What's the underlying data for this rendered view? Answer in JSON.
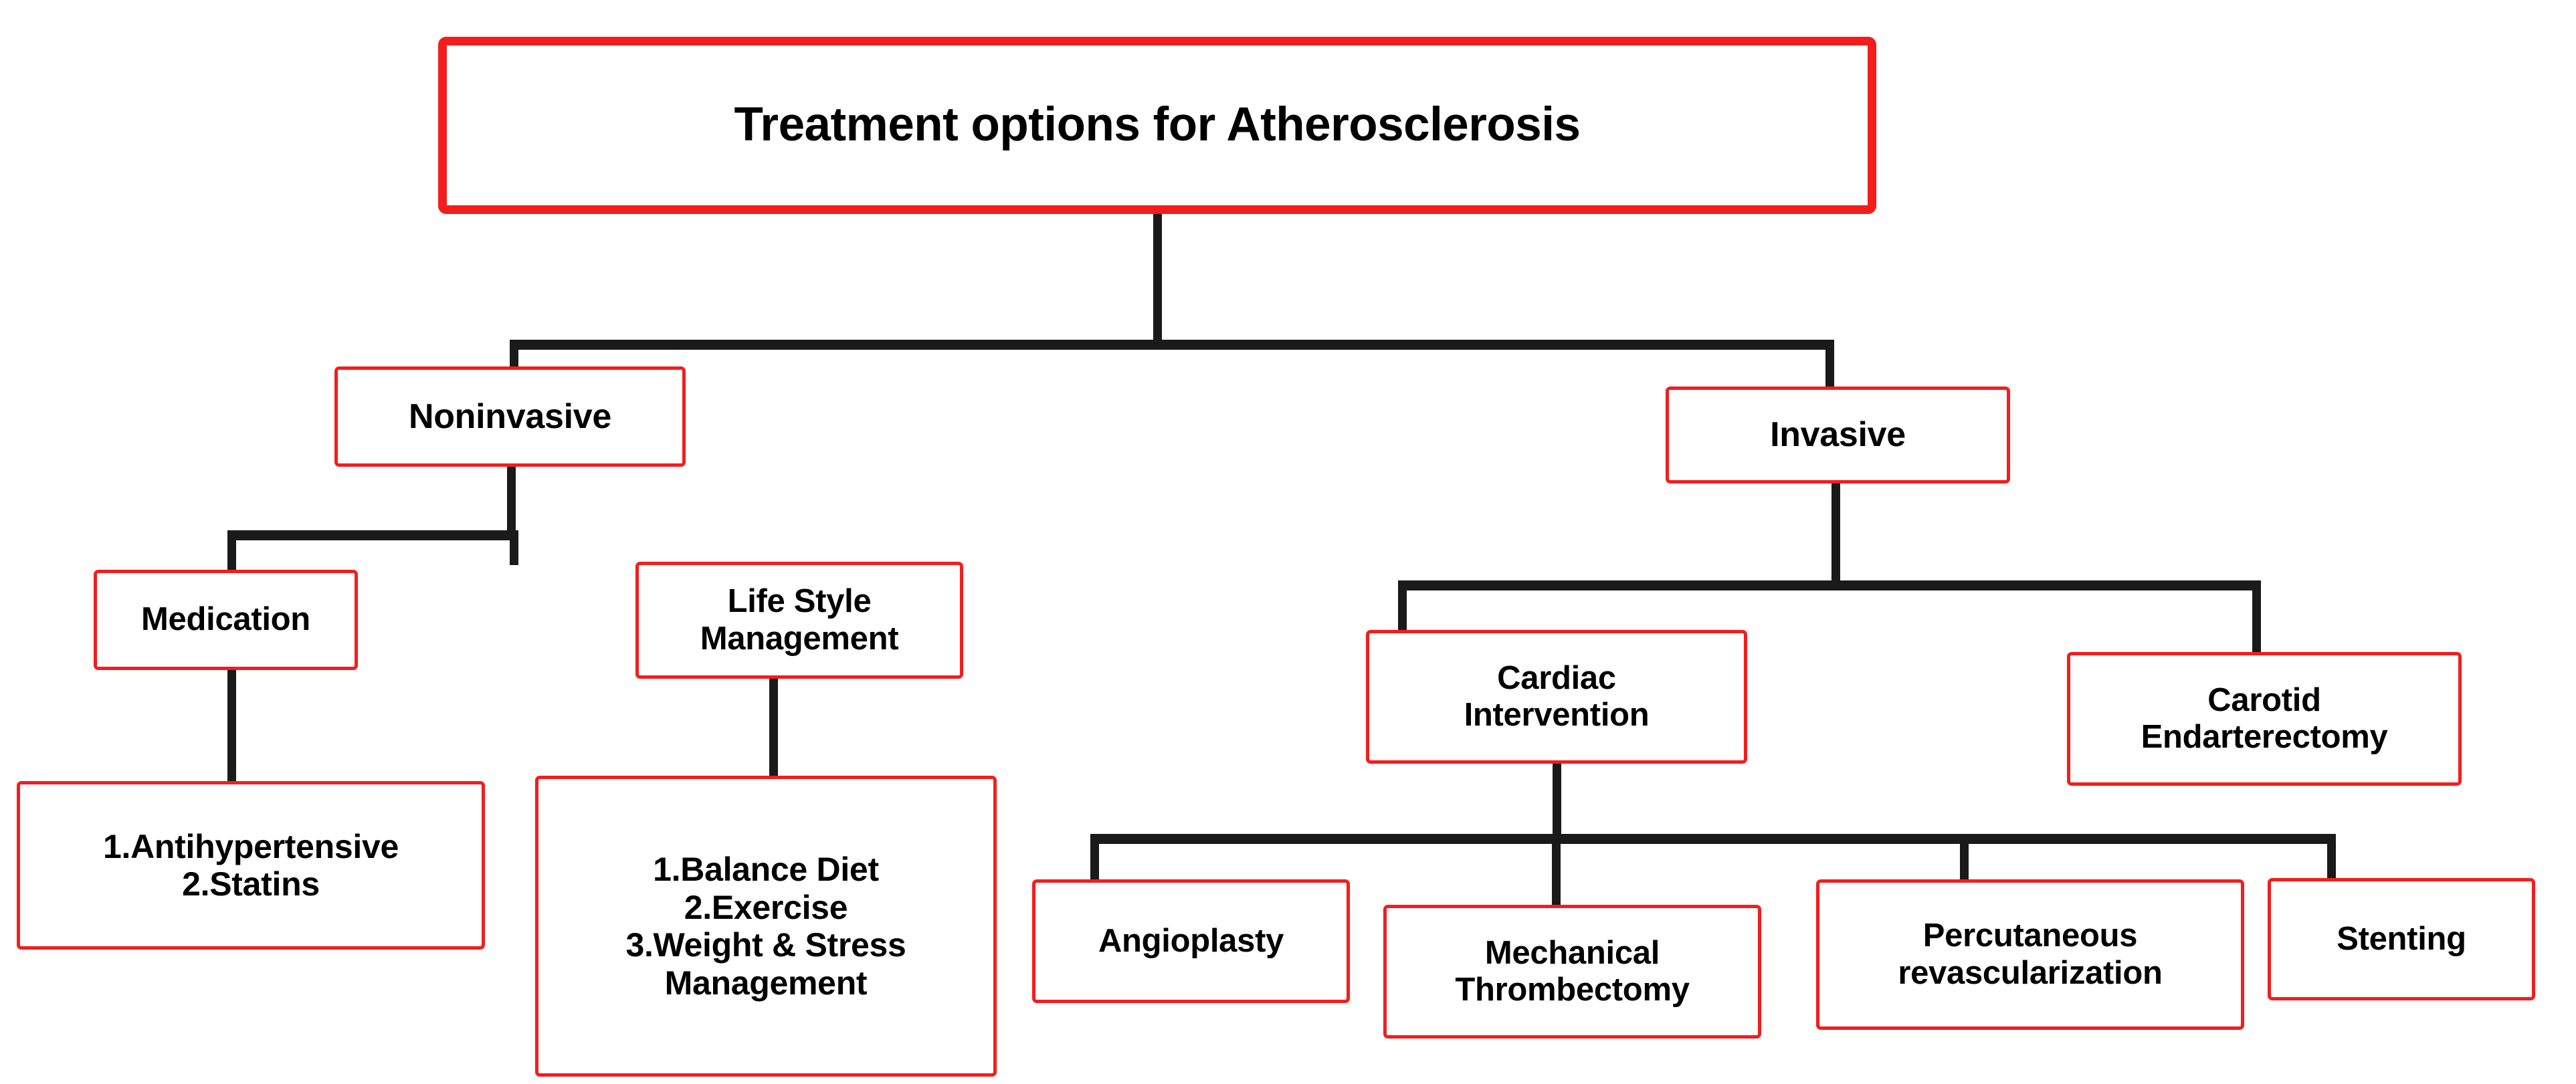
{
  "diagram": {
    "type": "tree",
    "title": "Treatment options for Atherosclerosis",
    "accent_color": "#f41d1d",
    "line_color": "#1a1a1a",
    "background_color": "#ffffff",
    "root": {
      "label": "Treatment options for Atherosclerosis"
    },
    "branches": {
      "noninvasive": {
        "label": "Noninvasive",
        "children": {
          "medication": {
            "label": "Medication",
            "items": {
              "label": "1.Antihypertensive\n2.Statins",
              "list": [
                "1.Antihypertensive",
                "2.Statins"
              ]
            }
          },
          "lifestyle": {
            "label": "Life Style\nManagement",
            "items": {
              "label": "1.Balance Diet\n2.Exercise\n3.Weight & Stress\nManagement",
              "list": [
                "1.Balance Diet",
                "2.Exercise",
                "3.Weight & Stress Management"
              ]
            }
          }
        }
      },
      "invasive": {
        "label": "Invasive",
        "children": {
          "cardiac": {
            "label": "Cardiac\nIntervention",
            "procedures": [
              {
                "label": "Angioplasty"
              },
              {
                "label": "Mechanical\nThrombectomy"
              },
              {
                "label": "Percutaneous\nrevascularization"
              },
              {
                "label": "Stenting"
              }
            ]
          },
          "carotid": {
            "label": "Carotid\nEndarterectomy"
          }
        }
      }
    }
  }
}
